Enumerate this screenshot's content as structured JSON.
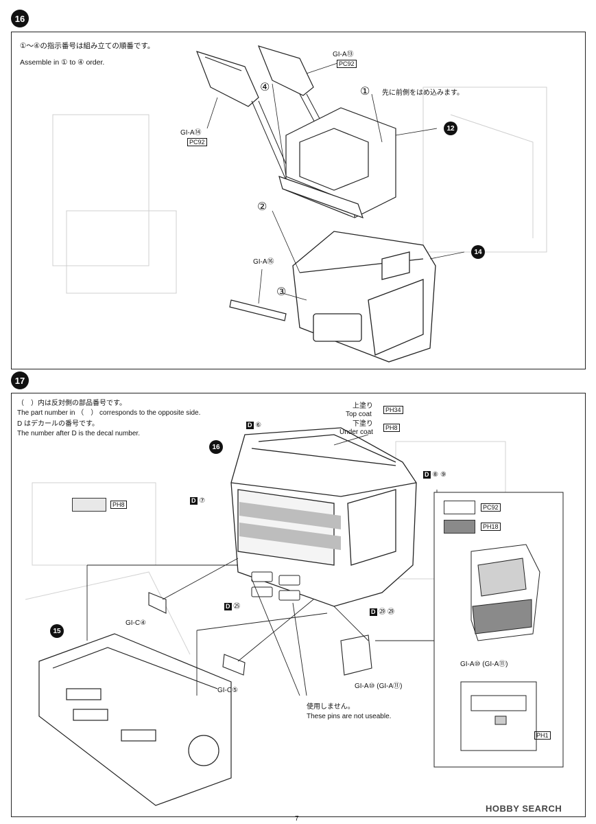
{
  "step16": {
    "number": "16",
    "order_jp": "①〜④の指示番号は組み立ての順番です。",
    "order_en": "Assemble in ① to ④ order.",
    "part_a13": "GI-A⑬",
    "part_a13_paint": "PC92",
    "part_a14": "GI-A⑭",
    "part_a14_paint": "PC92",
    "part_a16": "GI-A⑯",
    "note_front_jp": "先に前側をはめ込みます。",
    "callout_1": "①",
    "callout_2": "②",
    "callout_3": "③",
    "callout_4": "④",
    "ref_12": "12",
    "ref_14": "14"
  },
  "step17": {
    "number": "17",
    "opposite_jp": "（　）内は反対側の部品番号です。",
    "opposite_en": "The part number in （　） corresponds to the opposite side.",
    "decal_jp": "D はデカールの番号です。",
    "decal_en": "The number after D is the decal number.",
    "top_coat_jp": "上塗り",
    "top_coat_en": "Top coat",
    "top_coat_code": "PH34",
    "under_coat_jp": "下塗り",
    "under_coat_en": "Under coat",
    "under_coat_code": "PH8",
    "swatch_ph8": "PH8",
    "ref_16": "16",
    "ref_15": "15",
    "decal_6": "⑥",
    "decal_7": "⑦",
    "decal_8_9": "⑧ ⑨",
    "decal_25": "㉕",
    "decal_29": "㉙ ㉙",
    "part_c4": "GI-C④",
    "part_c5": "GI-C⑤",
    "part_a10_11_bottom": "GI-A⑩ (GI-A⑪)",
    "unused_jp": "使用しません。",
    "unused_en": "These pins are not useable.",
    "inset_swatch_light": "PC92",
    "inset_swatch_dark": "PH18",
    "inset_part": "GI-A⑩ (GI-A⑪)",
    "inset_ph1": "PH1"
  },
  "footer": {
    "page": "7",
    "watermark": "HOBBY SEARCH"
  },
  "colors": {
    "swatch_light": "#e8e8e8",
    "swatch_dark": "#8a8a8a",
    "line": "#222222"
  }
}
